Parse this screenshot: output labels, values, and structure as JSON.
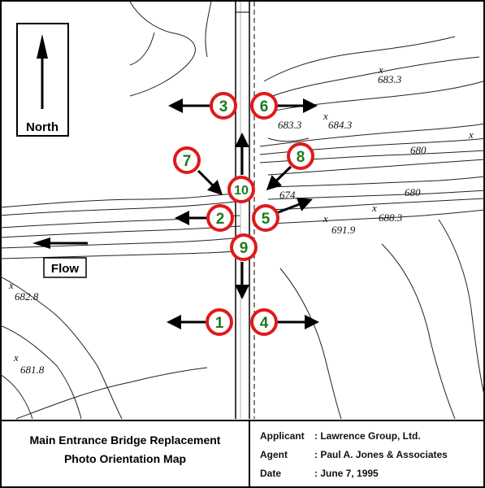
{
  "north_label": "North",
  "flow_label": "Flow",
  "elevations": [
    "683.3",
    "683.3",
    "684.3",
    "680",
    "680",
    "674",
    "691.9",
    "688.3",
    "682.8",
    "681.8"
  ],
  "markers": [
    "1",
    "2",
    "3",
    "4",
    "5",
    "6",
    "7",
    "8",
    "9",
    "10"
  ],
  "title_line1": "Main Entrance Bridge Replacement",
  "title_line2": "Photo Orientation Map",
  "info": {
    "applicant_key": "Applicant",
    "applicant_val": ": Lawrence Group, Ltd.",
    "agent_key": "Agent",
    "agent_val": ": Paul A. Jones & Associates",
    "date_key": "Date",
    "date_val": ": June 7, 1995"
  },
  "colors": {
    "marker_ring": "#e01a1a",
    "marker_text": "#1d7a1d"
  }
}
